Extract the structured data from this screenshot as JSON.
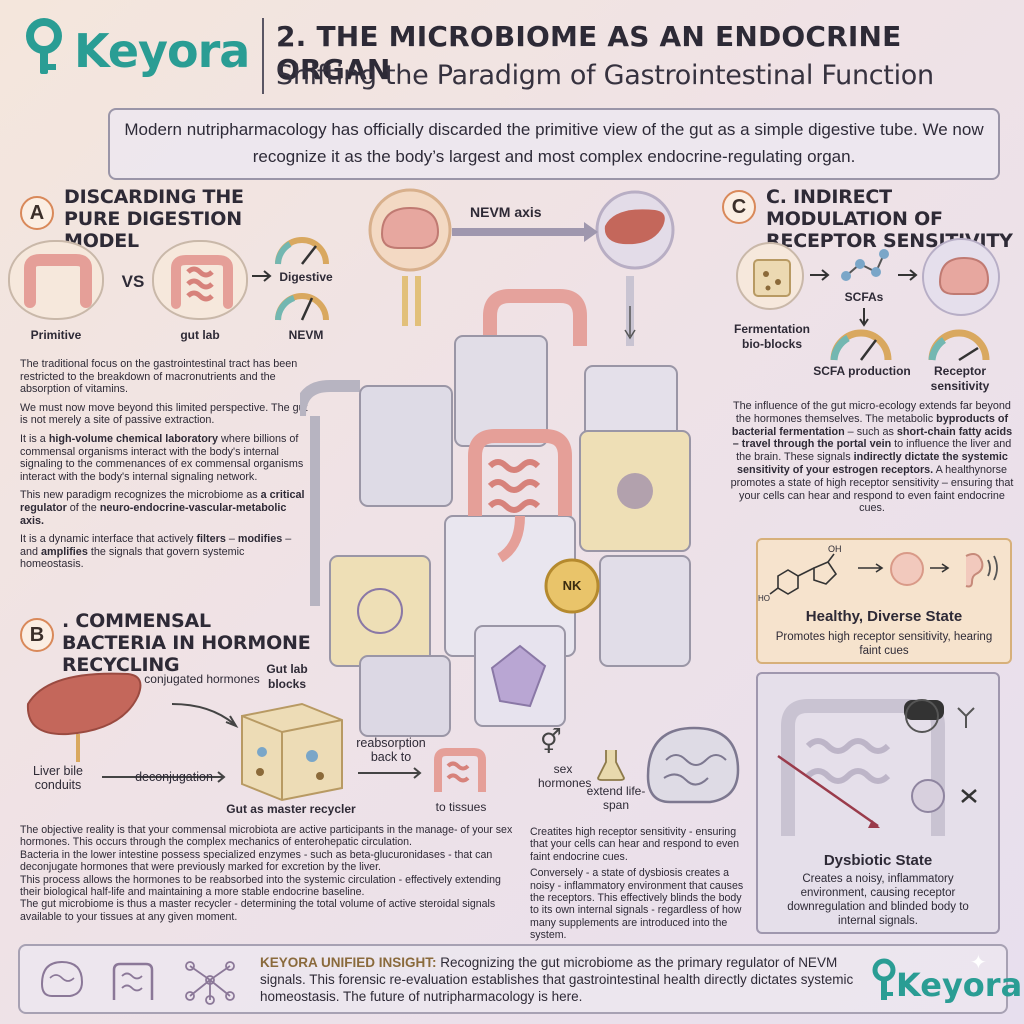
{
  "header": {
    "logo": "Keyora",
    "title": "2. THE MICROBIOME AS AN ENDOCRINE ORGAN",
    "subtitle": "Shifting the Paradigm of Gastrointestinal Function"
  },
  "intro": "Modern nutripharmacology has officially discarded the primitive view of the gut as a simple digestive tube. We now recognize it as the body’s largest and most complex endocrine-regulating organ.",
  "section_a": {
    "letter": "A",
    "title": "DISCARDING THE PURE DIGESTION MODEL",
    "labels": {
      "primitive": "Primitive",
      "vs": "VS",
      "gut_lab": "gut lab",
      "digestive": "Digestive",
      "nevm": "NEVM"
    },
    "p1": "The traditional focus on the gastrointestinal tract has been restricted to the breakdown of macronutrients and the absorption of vitamins.",
    "p2": "We must now move beyond this limited perspective. The gut is not merely a site of passive extraction.",
    "p3_pre": "It is a ",
    "p3_bold": "high-volume chemical laboratory",
    "p3_post": " where billions of commensal organisms interact with the body's internal signaling to the commenances of ex commensal organisms interact with the body's internal signaling network.",
    "p4_pre": "This new paradigm recognizes the microbiome as ",
    "p4_bold1": "a critical regulator",
    "p4_mid": " of the ",
    "p4_bold2": "neuro-endocrine-vascular-metabolic axis.",
    "p5_pre": "It is a dynamic interface that actively ",
    "p5_bold1": "filters",
    "p5_mid1": " – ",
    "p5_bold2": "modifies",
    "p5_mid2": " – and ",
    "p5_bold3": "amplifies",
    "p5_post": " the signals that govern systemic homeostasis."
  },
  "section_b": {
    "letter": "B",
    "title": ". COMMENSAL BACTERIA IN HORMONE RECYCLING",
    "labels": {
      "conjugated": "conjugated hormones",
      "gut_lab_blocks": "Gut lab blocks",
      "liver": "Liver bile conduits",
      "deconjugation": "deconjugation",
      "reabsorption": "reabsorption back to",
      "to_tissues": "to tissues",
      "master": "Gut as master recycler"
    },
    "text": [
      "The objective reality is that your commensal microbiota are active participants in the manage- of your sex hormones. This occurs through the complex mechanics of enterohepatic circulation.",
      "Bacteria in the lower intestine possess specialized enzymes - such as beta-glucuronidases - that can deconjugate hormones that were previously marked for excretion by the liver.",
      "This process allows the hormones to be reabsorbed into the systemic circulation - effectively extending their biological half-life and maintaining a more stable endocrine baseline.",
      "The gut microbiome is thus a master recycler - determining the total volume of active steroidal signals available to your tissues at any given moment."
    ]
  },
  "section_c": {
    "letter": "C",
    "title": "C. INDIRECT MODULATION OF RECEPTOR SENSITIVITY",
    "labels": {
      "fermentation": "Fermentation bio-blocks",
      "scfas": "SCFAs",
      "scfa_production": "SCFA production",
      "receptor": "Receptor sensitivity"
    },
    "t1": "The influence of the gut micro-ecology extends far beyond the hormones themselves. The metabolic",
    "t2_bold": "byproducts of bacterial fermentation",
    "t2_post": " – such as",
    "t3_bold": "short-chain fatty acids – travel through the portal",
    "t4_bold": "vein",
    "t4_post": " to influence the liver and the brain. These signals",
    "t5_bold": "indirectly dictate the systemic sensitivity of your estrogen receptors.",
    "t6": " A healthynorse promotes a state of high receptor sensitivity – ensuring that your cells can hear and respond to even faint endocrine cues."
  },
  "center": {
    "nevm_axis": "NEVM axis",
    "nk": "NK"
  },
  "mid_bottom": {
    "sex_hormones": "sex hormones",
    "extend": "extend life-span",
    "p1": "Creatites high receptor sensitivity - ensuring that your cells can hear and respond to even faint endocrine cues.",
    "p2": "Conversely - a state of dysbiosis creates a noisy - inflammatory environment that causes the receptors. This effectively blinds the body to its own internal signals - regardless of how many supplements are introduced into the system."
  },
  "healthy": {
    "title": "Healthy, Diverse State",
    "desc": "Promotes high receptor sensitivity, hearing faint cues",
    "oh": "OH",
    "ho": "HO"
  },
  "dysbiotic": {
    "title": "Dysbiotic State",
    "desc": "Creates a noisy, inflammatory environment, causing receptor downregulation and blinded body to internal signals."
  },
  "insight": {
    "lead": "KEYORA UNIFIED INSIGHT:",
    "text": " Recognizing the gut microbiome as the primary regulator of NEVM signals. This forensic re-evaluation establishes that gastrointestinal health directly dictates systemic homeostasis. The future of nutripharmacology is here.",
    "logo": "Keyora"
  },
  "colors": {
    "teal": "#2a9d94",
    "accent_orange": "#d9895a",
    "gold": "#c9a24a",
    "pink_gut": "#e8a29a",
    "lavender": "#b9a6d3"
  }
}
